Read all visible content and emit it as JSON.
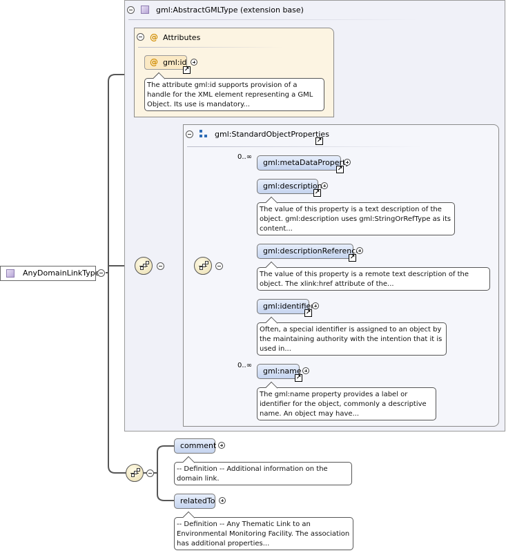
{
  "root": {
    "label": "AnyDomainLinkType"
  },
  "extension": {
    "title": "gml:AbstractGMLType (extension base)"
  },
  "attributes": {
    "title": "Attributes",
    "items": [
      {
        "name": "gml:id",
        "doc": "The attribute gml:id supports provision of a handle for the XML element representing a GML Object. Its use is mandatory..."
      }
    ]
  },
  "group": {
    "title": "gml:StandardObjectProperties",
    "elements": [
      {
        "name": "gml:metaDataProperty",
        "occurs": "0..∞",
        "doc": ""
      },
      {
        "name": "gml:description",
        "occurs": "",
        "doc": "The value of this property is a text description of the object. gml:description uses gml:StringOrRefType as its content..."
      },
      {
        "name": "gml:descriptionReference",
        "occurs": "",
        "doc": "The value of this property is a remote text description of the object. The xlink:href attribute of the..."
      },
      {
        "name": "gml:identifier",
        "occurs": "",
        "doc": "Often, a special identifier is assigned to an object by the maintaining authority with the intention that it is used in..."
      },
      {
        "name": "gml:name",
        "occurs": "0..∞",
        "doc": "The gml:name property provides a label or identifier for the object, commonly a descriptive name. An object may have..."
      }
    ]
  },
  "own": {
    "elements": [
      {
        "name": "comment",
        "doc": "-- Definition -- Additional information on the domain link."
      },
      {
        "name": "relatedTo",
        "doc": "-- Definition -- Any Thematic Link to an Environmental Monitoring Facility. The association has additional properties..."
      }
    ]
  }
}
